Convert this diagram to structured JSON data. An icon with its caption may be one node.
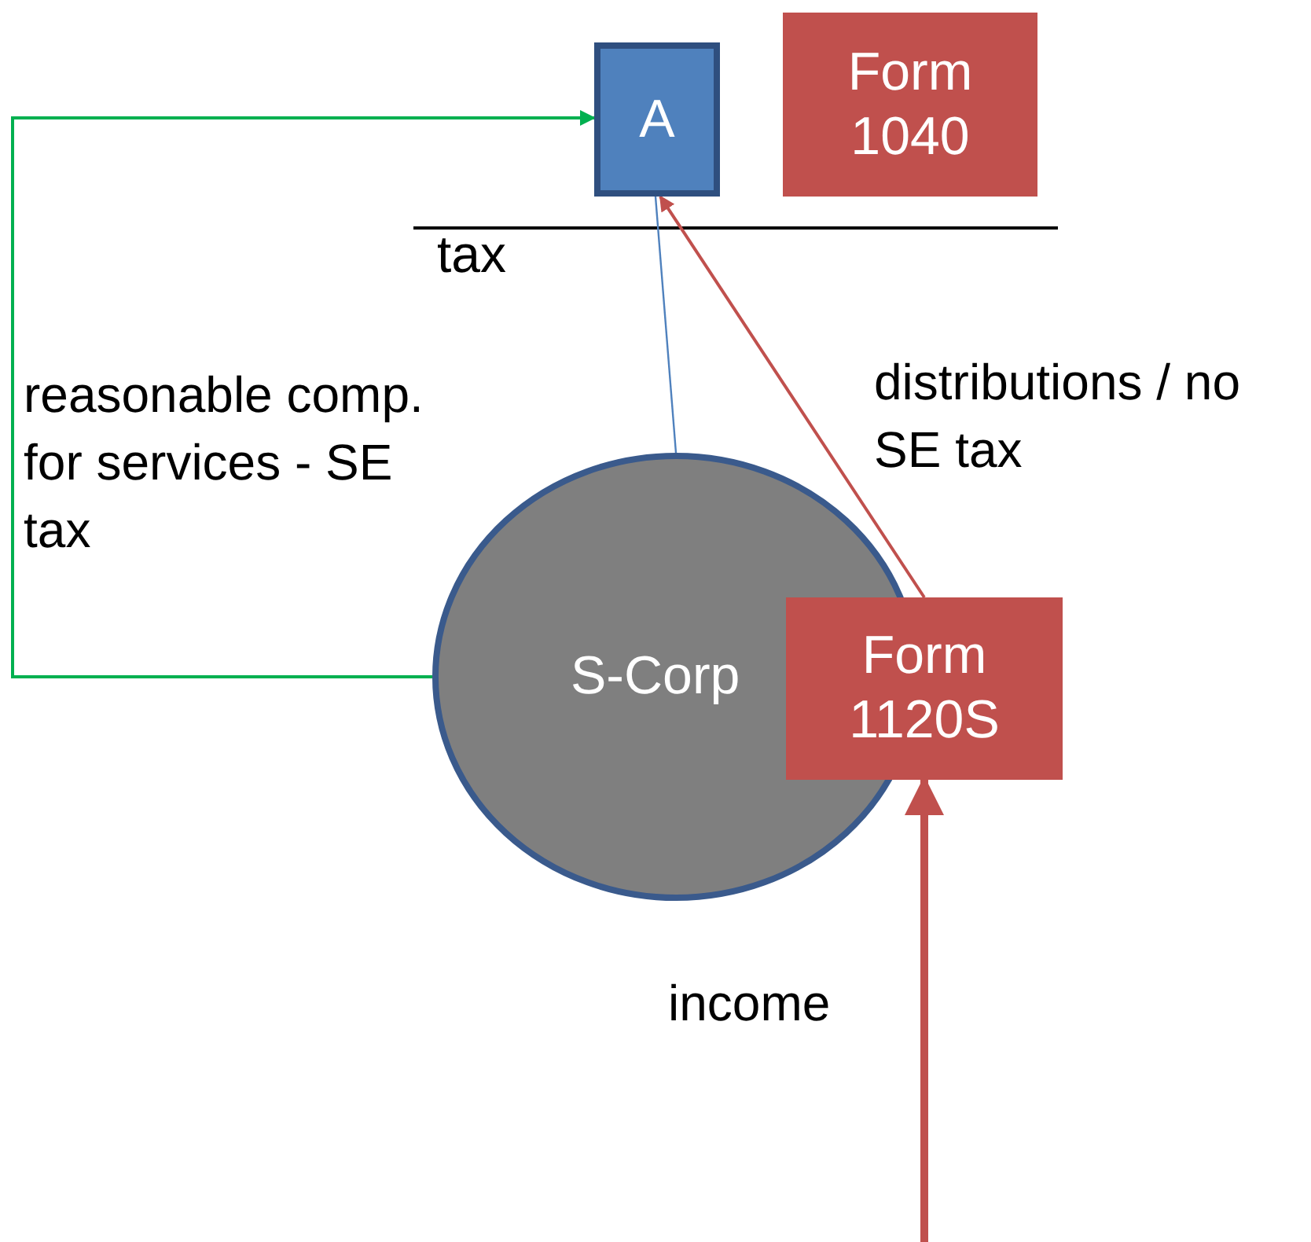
{
  "diagram": {
    "nodes": [
      {
        "text": [
          "A"
        ]
      },
      {
        "text": [
          "Form 1040"
        ]
      },
      {
        "text": [
          "S-Corp"
        ]
      },
      {
        "text": [
          "Form 1120S"
        ]
      }
    ],
    "edges": [
      {
        "from": 2,
        "to": 0,
        "arrow": "to",
        "label": "reasonable comp. for services - SE tax",
        "color": "#00b050"
      },
      {
        "from": 2,
        "to": 0,
        "arrow": "none",
        "color": "#4f81bd"
      },
      {
        "from": 3,
        "to": 0,
        "arrow": "to",
        "label": "distributions / no SE tax",
        "color": "#c0504d"
      },
      {
        "from": null,
        "to": 3,
        "arrow": "to",
        "label": "income",
        "style": "thick",
        "color": "#c0504d"
      }
    ],
    "labels": [
      "tax"
    ]
  }
}
